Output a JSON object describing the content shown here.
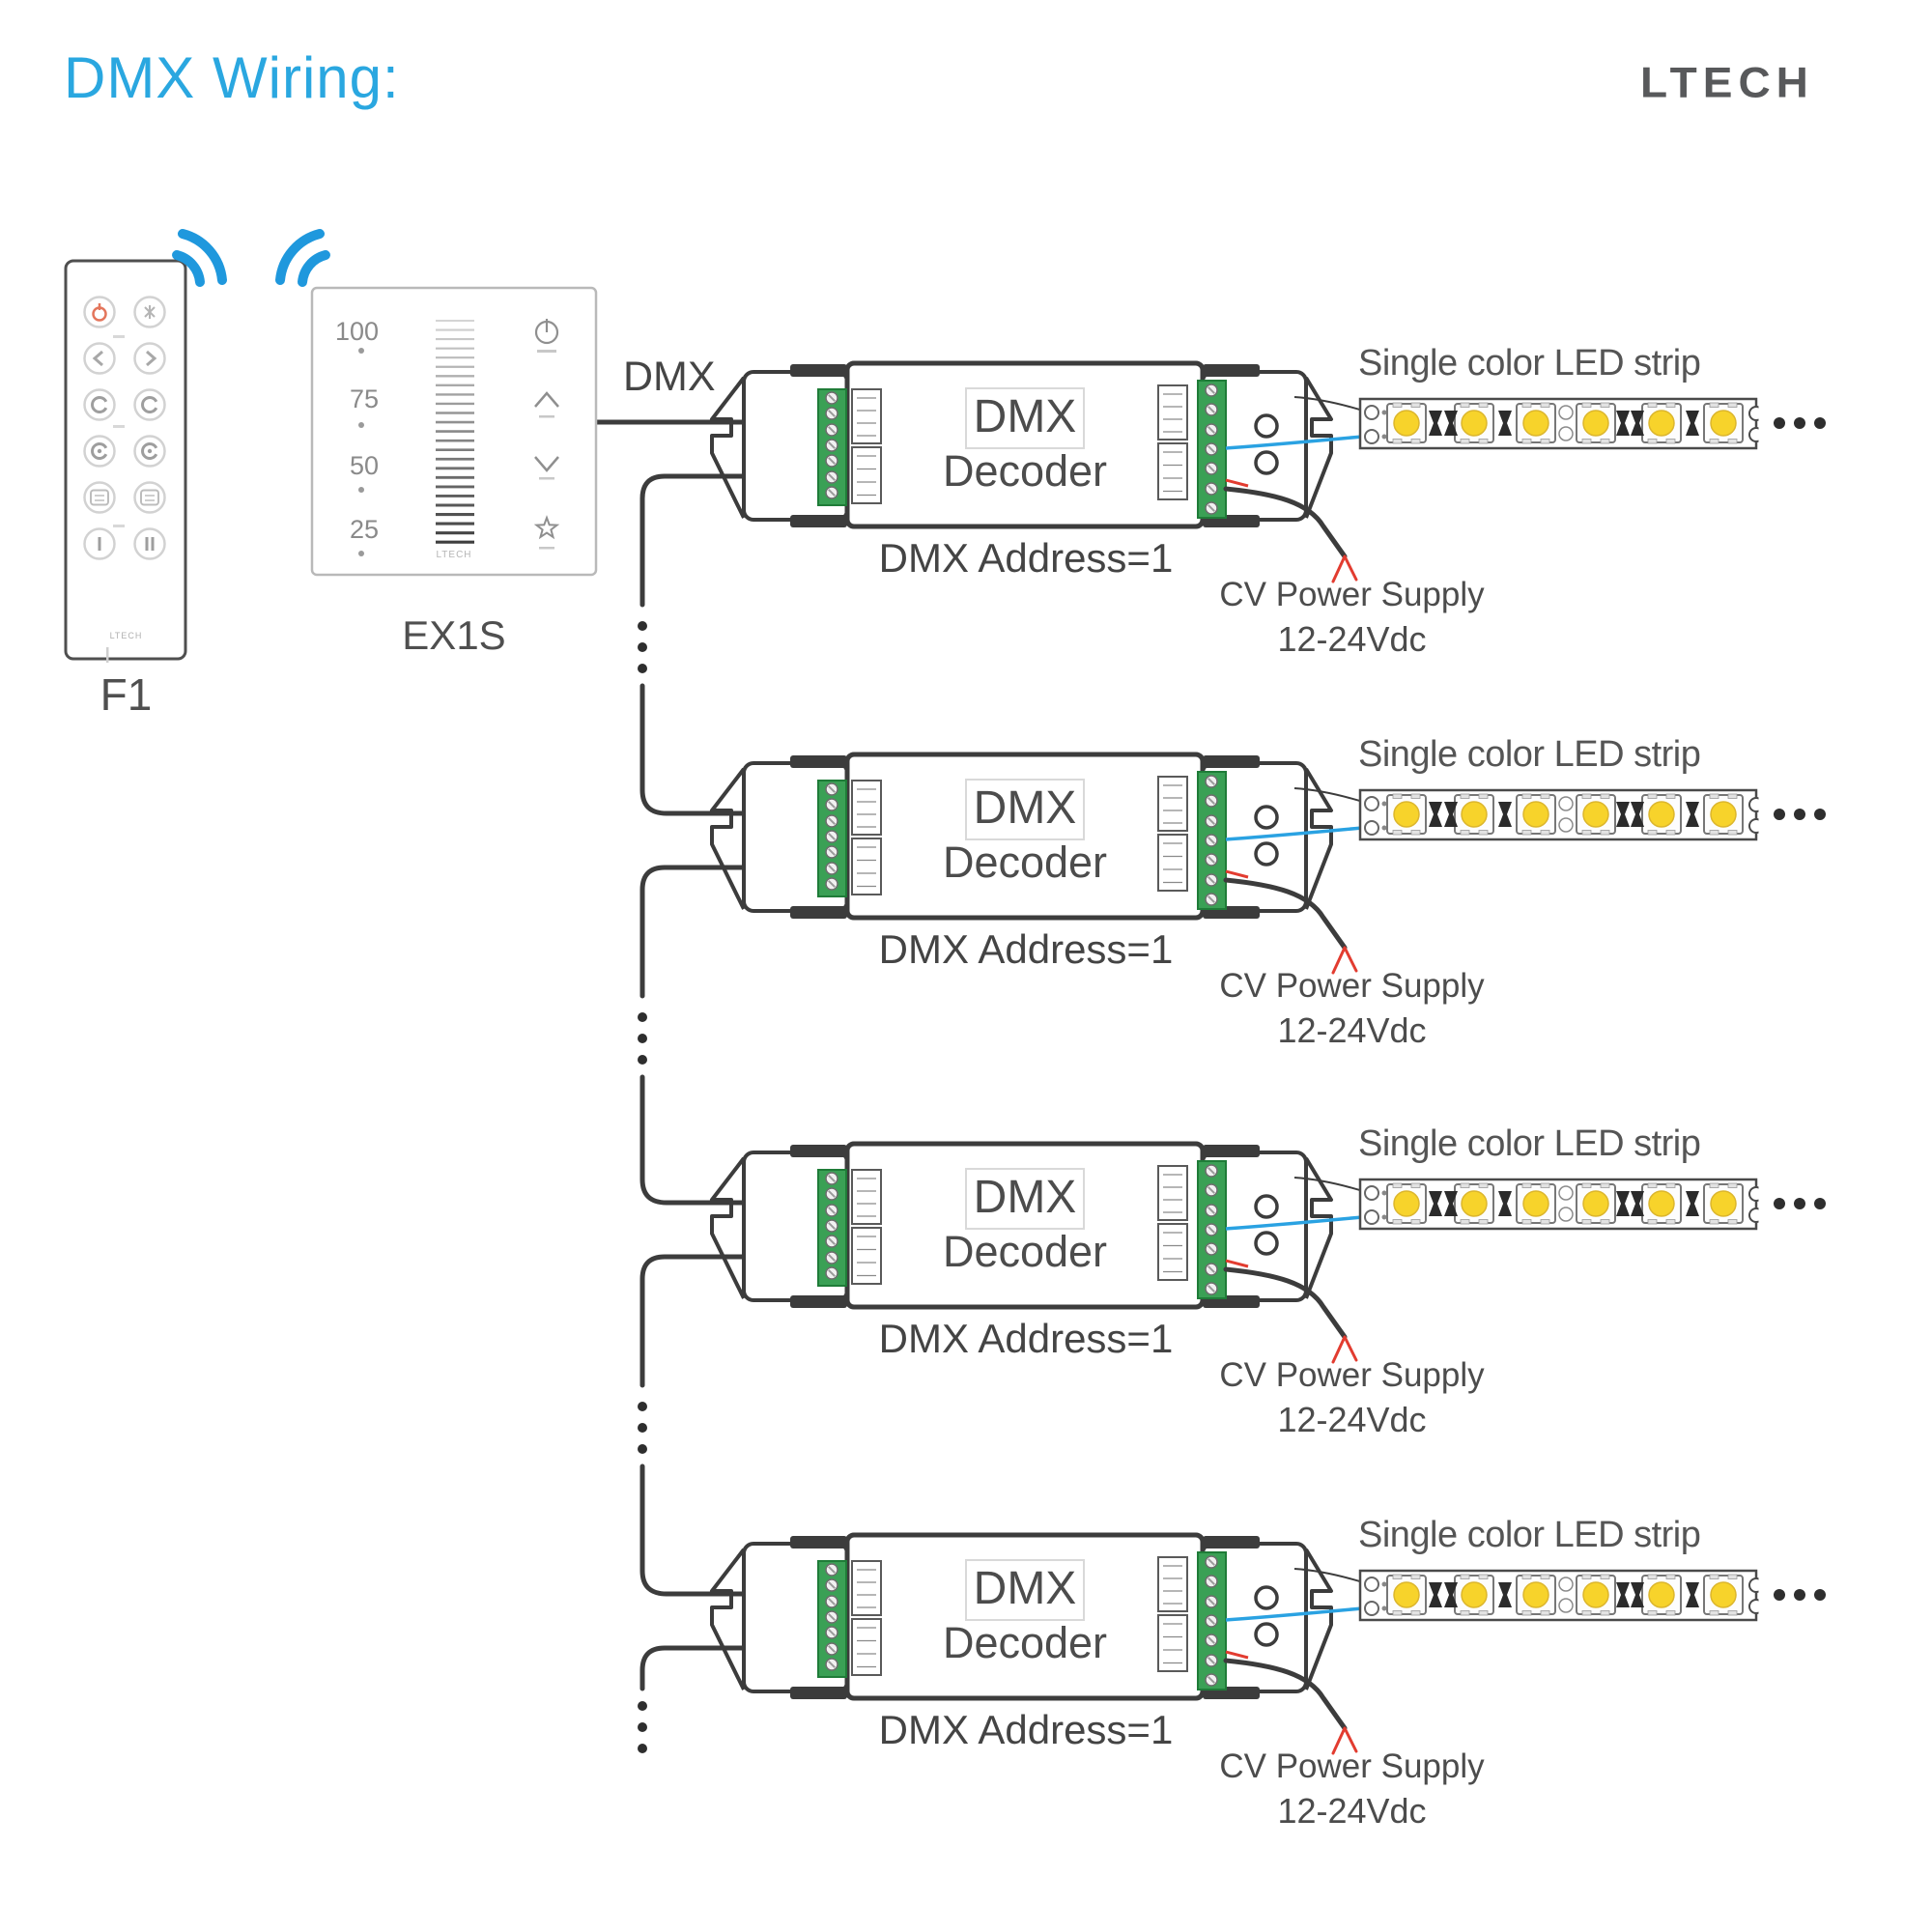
{
  "title": "DMX Wiring:",
  "brand_logo": "LTECH",
  "bus_label": "DMX",
  "remote": {
    "model": "F1",
    "brand_small": "LTECH"
  },
  "panel": {
    "model": "EX1S",
    "brand_small": "LTECH",
    "scale_marks": [
      "100",
      "75",
      "50",
      "25"
    ]
  },
  "decoder": {
    "name_top": "DMX",
    "name_bottom": "Decoder",
    "address": "DMX Address=1"
  },
  "strip": {
    "label": "Single color LED strip",
    "ellipsis": "..."
  },
  "power": {
    "line1": "CV Power Supply",
    "line2": "12-24Vdc"
  },
  "rows": [
    {
      "index": 1
    },
    {
      "index": 2
    },
    {
      "index": 3
    },
    {
      "index": 4
    }
  ],
  "colors": {
    "accent_blue": "#2aa7e0",
    "wire_blue": "#2aa2e2",
    "wire_red": "#e23c30",
    "terminal_green": "#3aa055",
    "led_yellow": "#f7d32b",
    "line_ink": "#3c3c3c",
    "logo_gray": "#58595b"
  },
  "icons": {
    "rf_signal": "wifi-arcs-icon",
    "remote_power": "power-icon",
    "remote_brightness": "brightness-icon",
    "remote_prev": "chevron-left-icon",
    "remote_next": "chevron-right-icon",
    "remote_cycle": "rotate-icon",
    "remote_scene_1": "scene-one-icon",
    "remote_scene_2": "scene-two-icon",
    "panel_power": "power-icon",
    "panel_up": "chevron-up-icon",
    "panel_down": "chevron-down-icon",
    "panel_scene": "star-icon"
  }
}
